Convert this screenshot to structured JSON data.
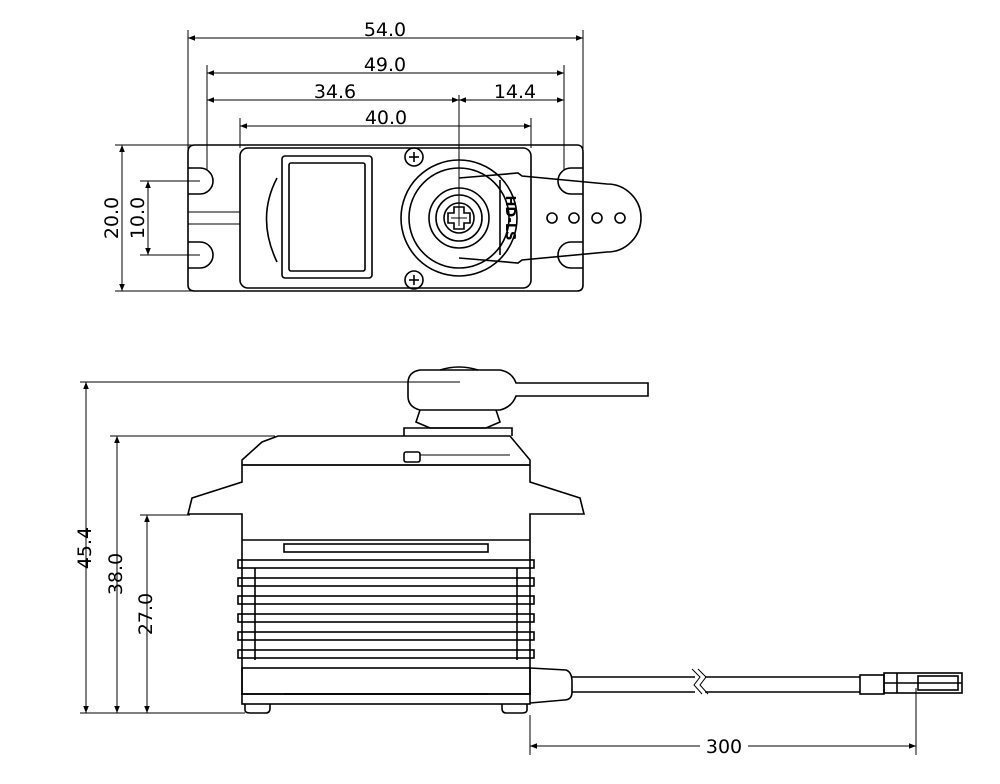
{
  "top_view": {
    "dim_overall_width": "54.0",
    "dim_mount_spacing": "49.0",
    "dim_to_shaft": "34.6",
    "dim_shaft_to_edge": "14.4",
    "dim_body_width": "40.0",
    "dim_overall_height": "20.0",
    "dim_mount_hole_spacing": "10.0",
    "model_marking": "HD-LS"
  },
  "side_view": {
    "dim_total_height": "45.4",
    "dim_top_height": "38.0",
    "dim_flange_height": "27.0",
    "dim_lead_length": "300"
  }
}
